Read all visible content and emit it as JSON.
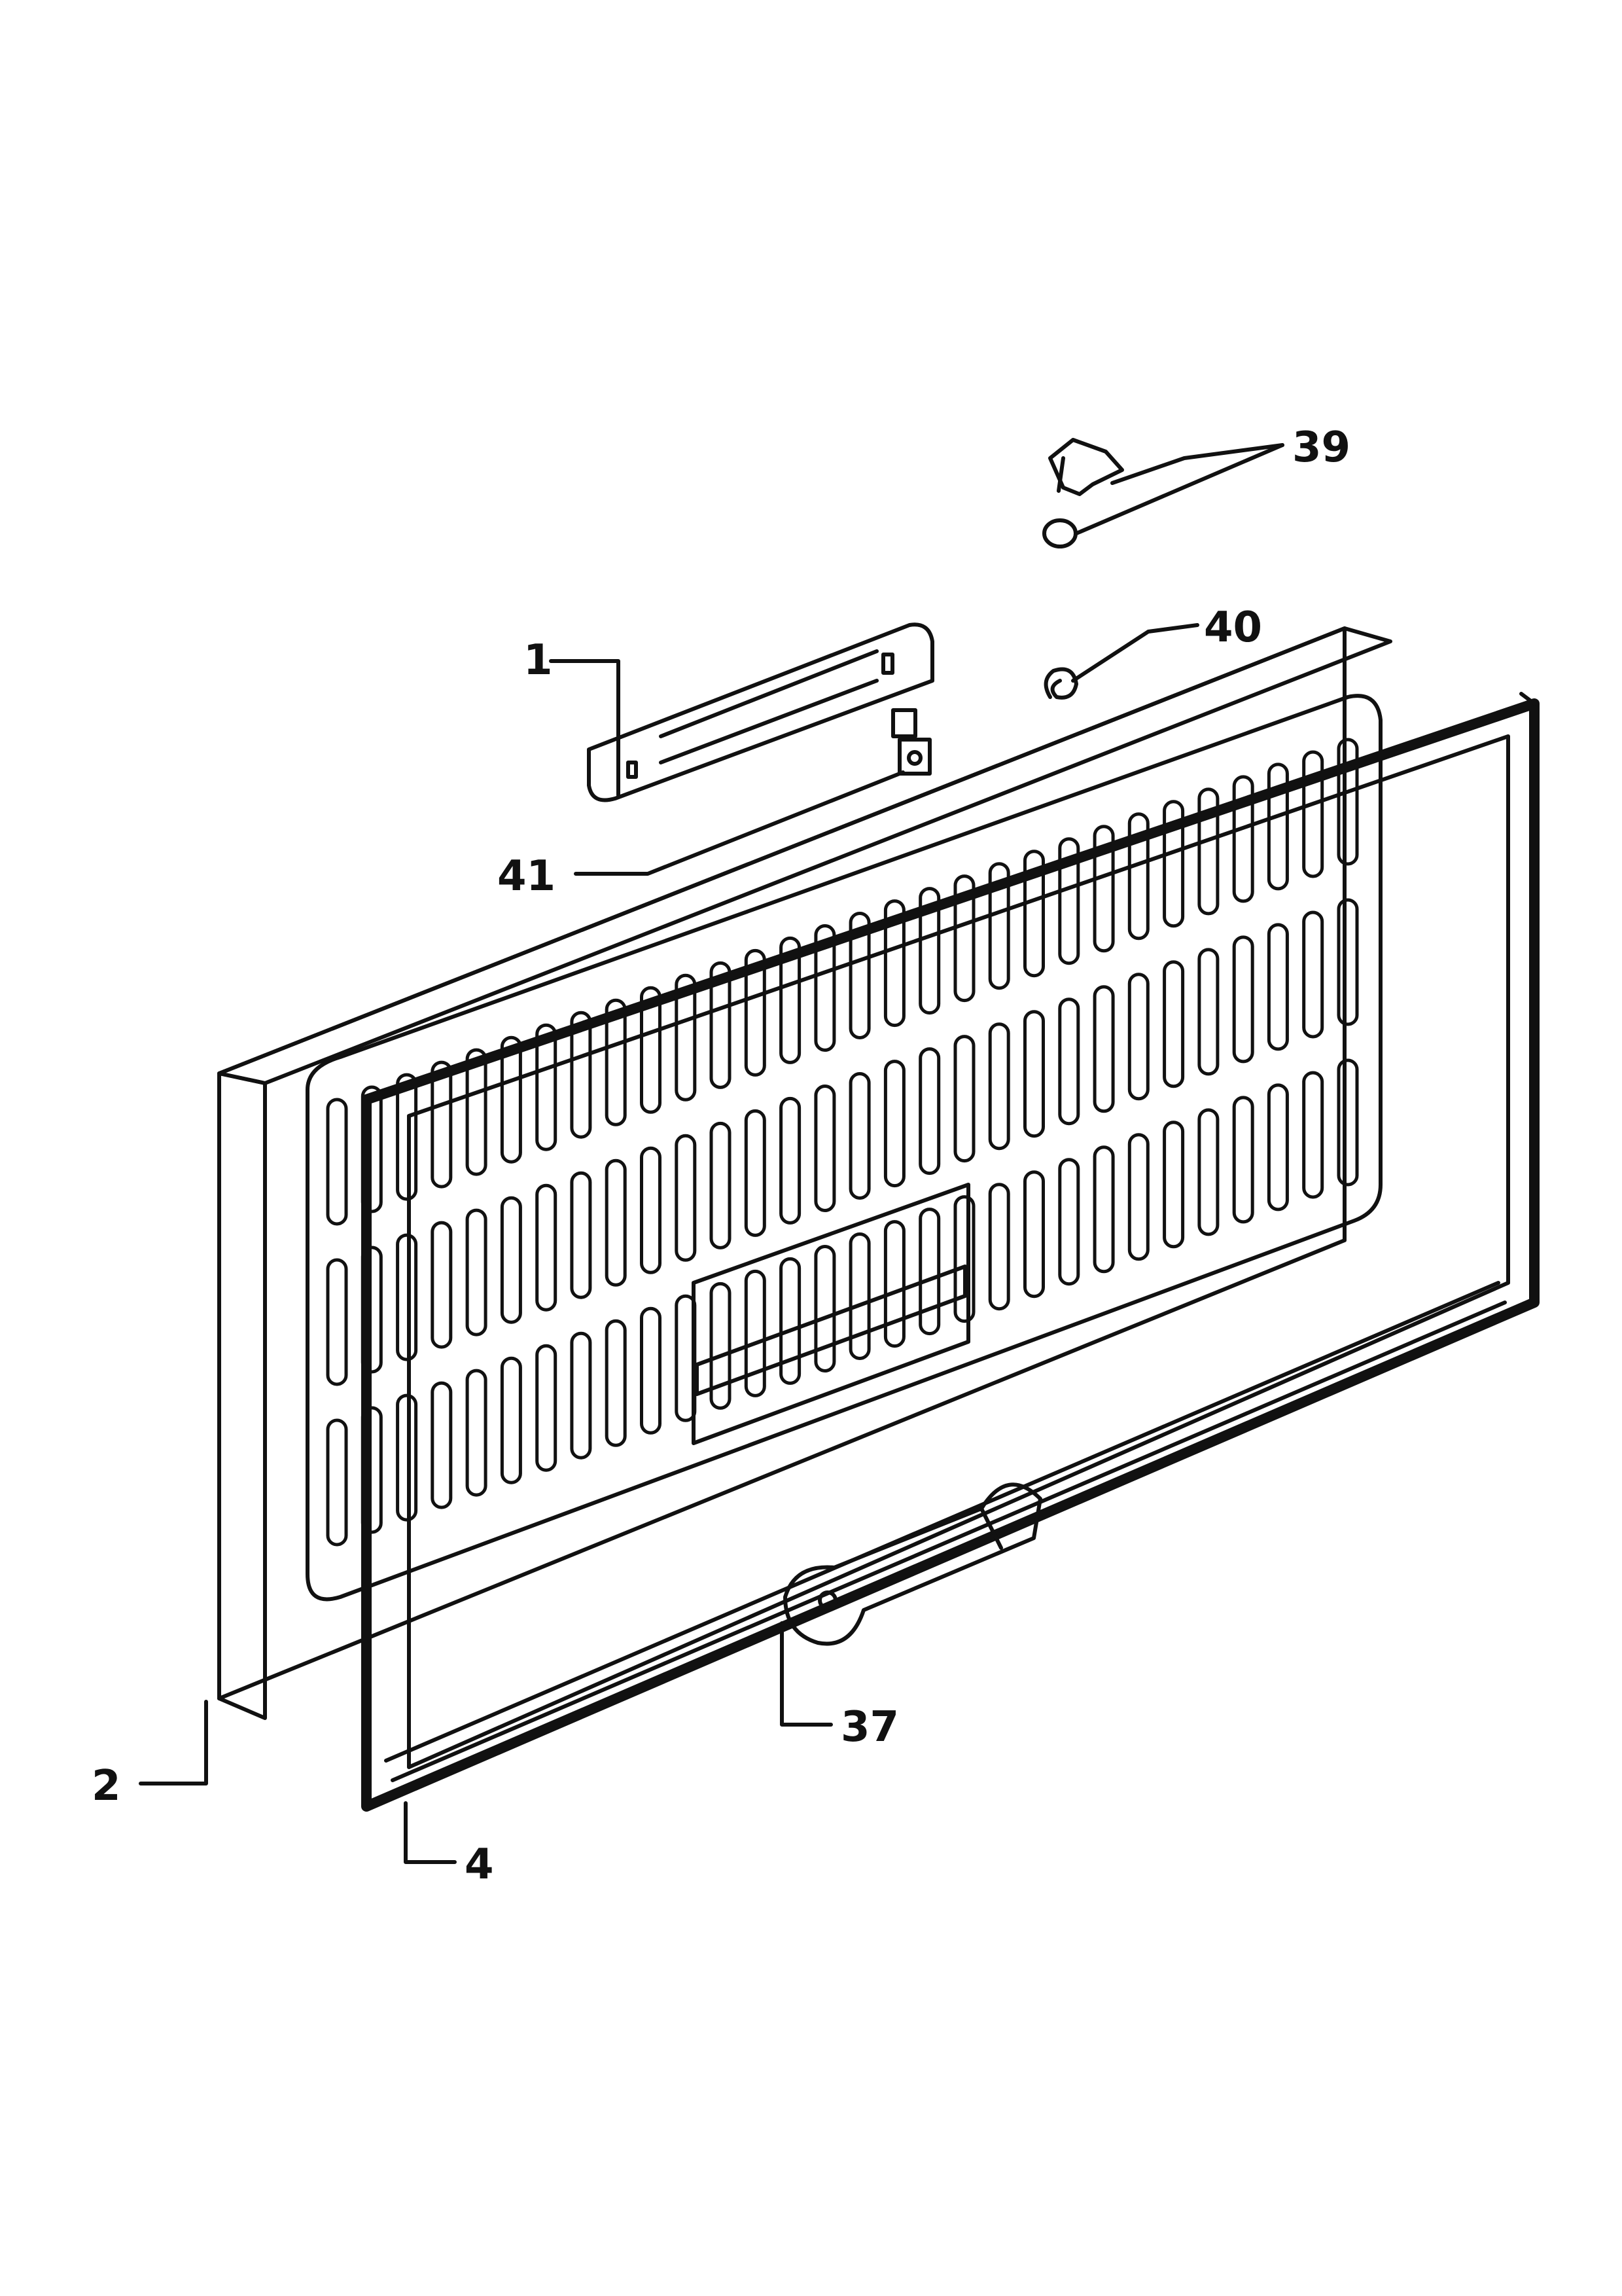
{
  "diagram": {
    "ink_color": "#111111",
    "background": "#ffffff",
    "callouts": [
      {
        "id": "1",
        "label": "1"
      },
      {
        "id": "2",
        "label": "2"
      },
      {
        "id": "4",
        "label": "4"
      },
      {
        "id": "37",
        "label": "37"
      },
      {
        "id": "39",
        "label": "39"
      },
      {
        "id": "40",
        "label": "40"
      },
      {
        "id": "41",
        "label": "41"
      }
    ]
  }
}
